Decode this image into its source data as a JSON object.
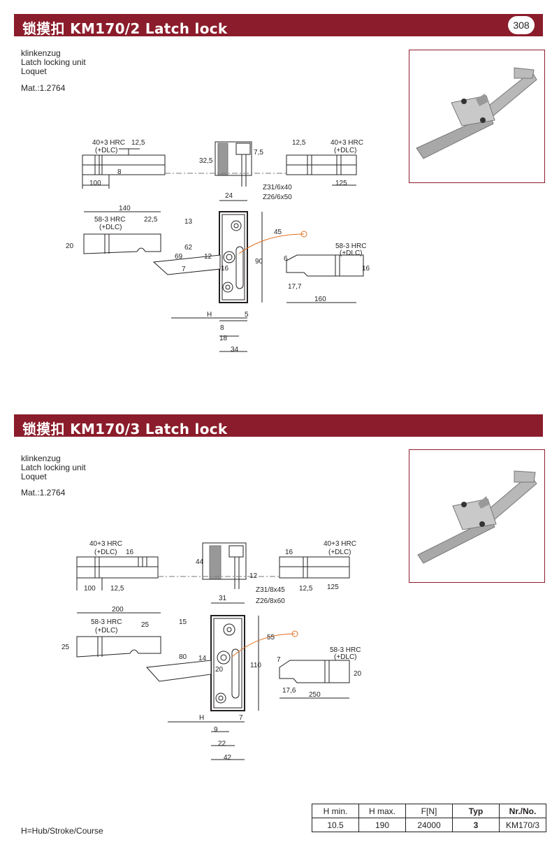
{
  "page_number": "308",
  "sections": [
    {
      "title": "锁摸扣  KM170/2 Latch lock",
      "desc": [
        "klinkenzug",
        "Latch locking unit",
        "Loquet"
      ],
      "material": "Mat.:1.2764",
      "dims": {
        "top_left_hrc": "40+3 HRC",
        "dlc": "(+DLC)",
        "d12_5": "12,5",
        "d100": "100",
        "d8": "8",
        "d32_5": "32,5",
        "d7_5": "7,5",
        "screw1": "Z31/6x40",
        "screw2": "Z26/6x50",
        "d125": "125",
        "d24": "24",
        "d140": "140",
        "hrc58": "58-3 HRC",
        "d22_5": "22,5",
        "d20": "20",
        "d13": "13",
        "d62": "62",
        "d69": "69",
        "d12": "12",
        "d16": "16",
        "d45": "45",
        "d90": "90",
        "d6": "6",
        "d17_7": "17,7",
        "d160": "160",
        "d16b": "16",
        "H": "H",
        "d5": "5",
        "d8b": "8",
        "d18": "18",
        "d34": "34",
        "d7": "7"
      }
    },
    {
      "title": "锁摸扣  KM170/3 Latch lock",
      "desc": [
        "klinkenzug",
        "Latch locking unit",
        "Loquet"
      ],
      "material": "Mat.:1.2764",
      "dims": {
        "top_left_hrc": "40+3 HRC",
        "dlc": "(+DLC)",
        "d16": "16",
        "d100": "100",
        "d12_5": "12,5",
        "d44": "44",
        "d12": "12",
        "screw1": "Z31/8x45",
        "screw2": "Z26/8x60",
        "d125": "125",
        "d31": "31",
        "d200": "200",
        "hrc58": "58-3 HRC",
        "d25": "25",
        "d25b": "25",
        "d15": "15",
        "d80": "80",
        "d14": "14",
        "d20": "20",
        "d55": "55",
        "d110": "110",
        "d7": "7",
        "d17_6": "17,6",
        "d250": "250",
        "d20b": "20",
        "H": "H",
        "d7b": "7",
        "d9": "9",
        "d22": "22",
        "d42": "42"
      }
    }
  ],
  "table": {
    "headers": [
      "H min.",
      "H max.",
      "F[N]",
      "Typ",
      "Nr./No."
    ],
    "row": [
      "10.5",
      "190",
      "24000",
      "3",
      "KM170/3"
    ]
  },
  "footnote": "H=Hub/Stroke/Course",
  "colors": {
    "banner": "#8b1c2b",
    "accent_line": "#e07020"
  }
}
